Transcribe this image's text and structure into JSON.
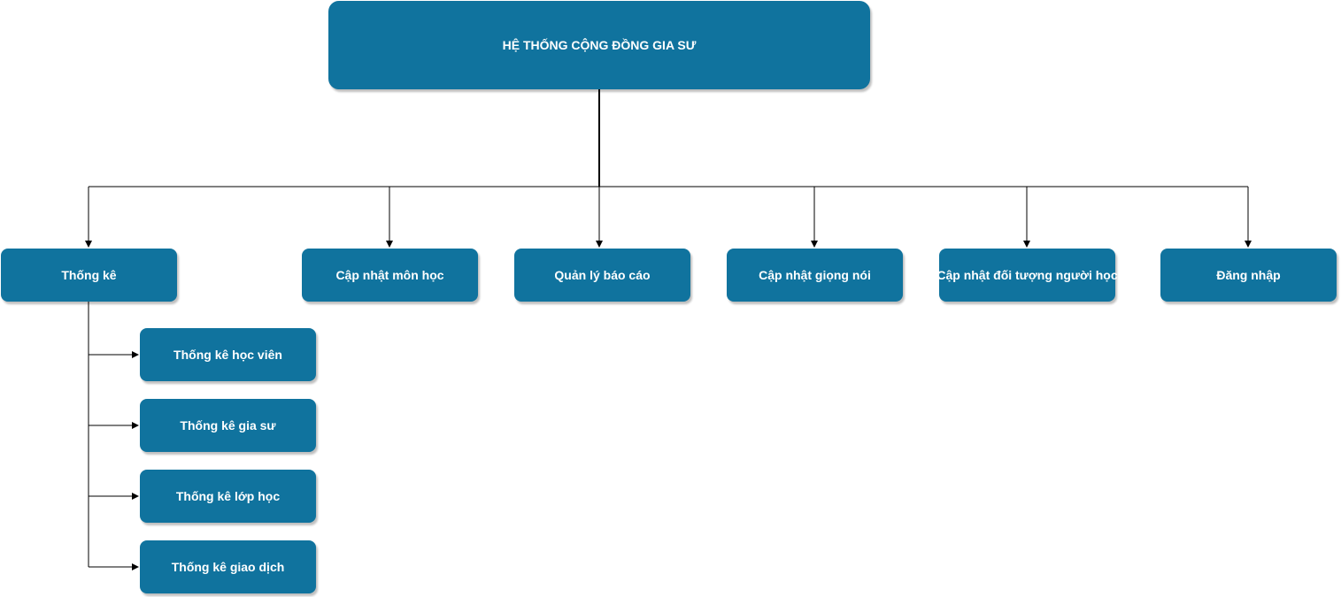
{
  "diagram": {
    "root": {
      "label": "HỆ THỐNG CỘNG ĐỒNG GIA SƯ"
    },
    "level1": [
      {
        "id": "thong-ke",
        "label": "Thống kê"
      },
      {
        "id": "cap-nhat-mon-hoc",
        "label": "Cập nhật môn học"
      },
      {
        "id": "quan-ly-bao-cao",
        "label": "Quản lý báo cáo"
      },
      {
        "id": "cap-nhat-giong-noi",
        "label": "Cập nhật giọng nói"
      },
      {
        "id": "cap-nhat-doi-tuong",
        "label": "Cập nhật đối tượng người học"
      },
      {
        "id": "dang-nhap",
        "label": "Đăng nhập"
      }
    ],
    "statistics_children": [
      {
        "id": "thong-ke-hoc-vien",
        "label": "Thống kê học viên"
      },
      {
        "id": "thong-ke-gia-su",
        "label": "Thống kê gia sư"
      },
      {
        "id": "thong-ke-lop-hoc",
        "label": "Thống kê lớp học"
      },
      {
        "id": "thong-ke-giao-dich",
        "label": "Thống kê giao dịch"
      }
    ],
    "colors": {
      "node_fill": "#10739e",
      "node_text": "#ffffff",
      "edge": "#000000",
      "background": "#ffffff"
    }
  }
}
